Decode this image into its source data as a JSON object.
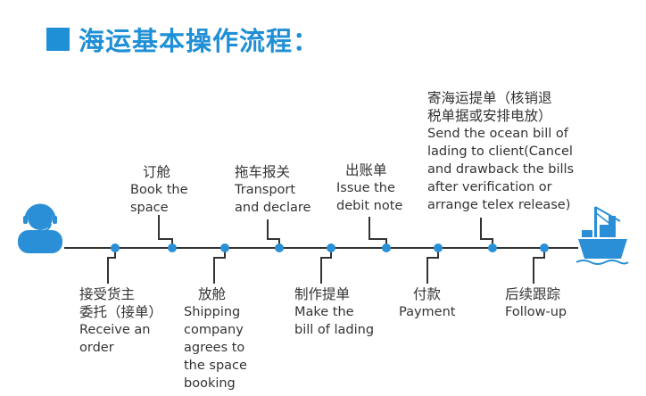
{
  "title": "海运基本操作流程：",
  "steps": {
    "s1": {
      "zh": [
        "接受货主",
        "委托（接单）"
      ],
      "en": [
        "Receive an",
        "order"
      ]
    },
    "s2": {
      "zh": [
        "订舱"
      ],
      "en": [
        "Book the",
        "space"
      ]
    },
    "s3": {
      "zh": [
        "放舱"
      ],
      "en": [
        "Shipping",
        "company",
        "agrees to",
        "the space",
        "booking"
      ]
    },
    "s4": {
      "zh": [
        "拖车报关"
      ],
      "en": [
        "Transport",
        "and declare"
      ]
    },
    "s5": {
      "zh": [
        "制作提单"
      ],
      "en": [
        "Make the",
        "bill of lading"
      ]
    },
    "s6": {
      "zh": [
        "出账单"
      ],
      "en": [
        "Issue the",
        "debit note"
      ]
    },
    "s7": {
      "zh": [
        "付款"
      ],
      "en": [
        "Payment"
      ]
    },
    "s8": {
      "zh": [
        "寄海运提单（核销退",
        "税单据或安排电放）"
      ],
      "en": [
        "Send the ocean bill of",
        "lading to client(Cancel",
        "and drawback the bills",
        "after verification or",
        "arrange telex release)"
      ]
    },
    "s9": {
      "zh": [
        "后续跟踪"
      ],
      "en": [
        "Follow-up"
      ]
    }
  },
  "icons": {
    "start": "customer-service-agent-icon",
    "end": "cargo-ship-icon"
  },
  "colors": {
    "accent": "#1f8fd6",
    "line": "#333333"
  }
}
